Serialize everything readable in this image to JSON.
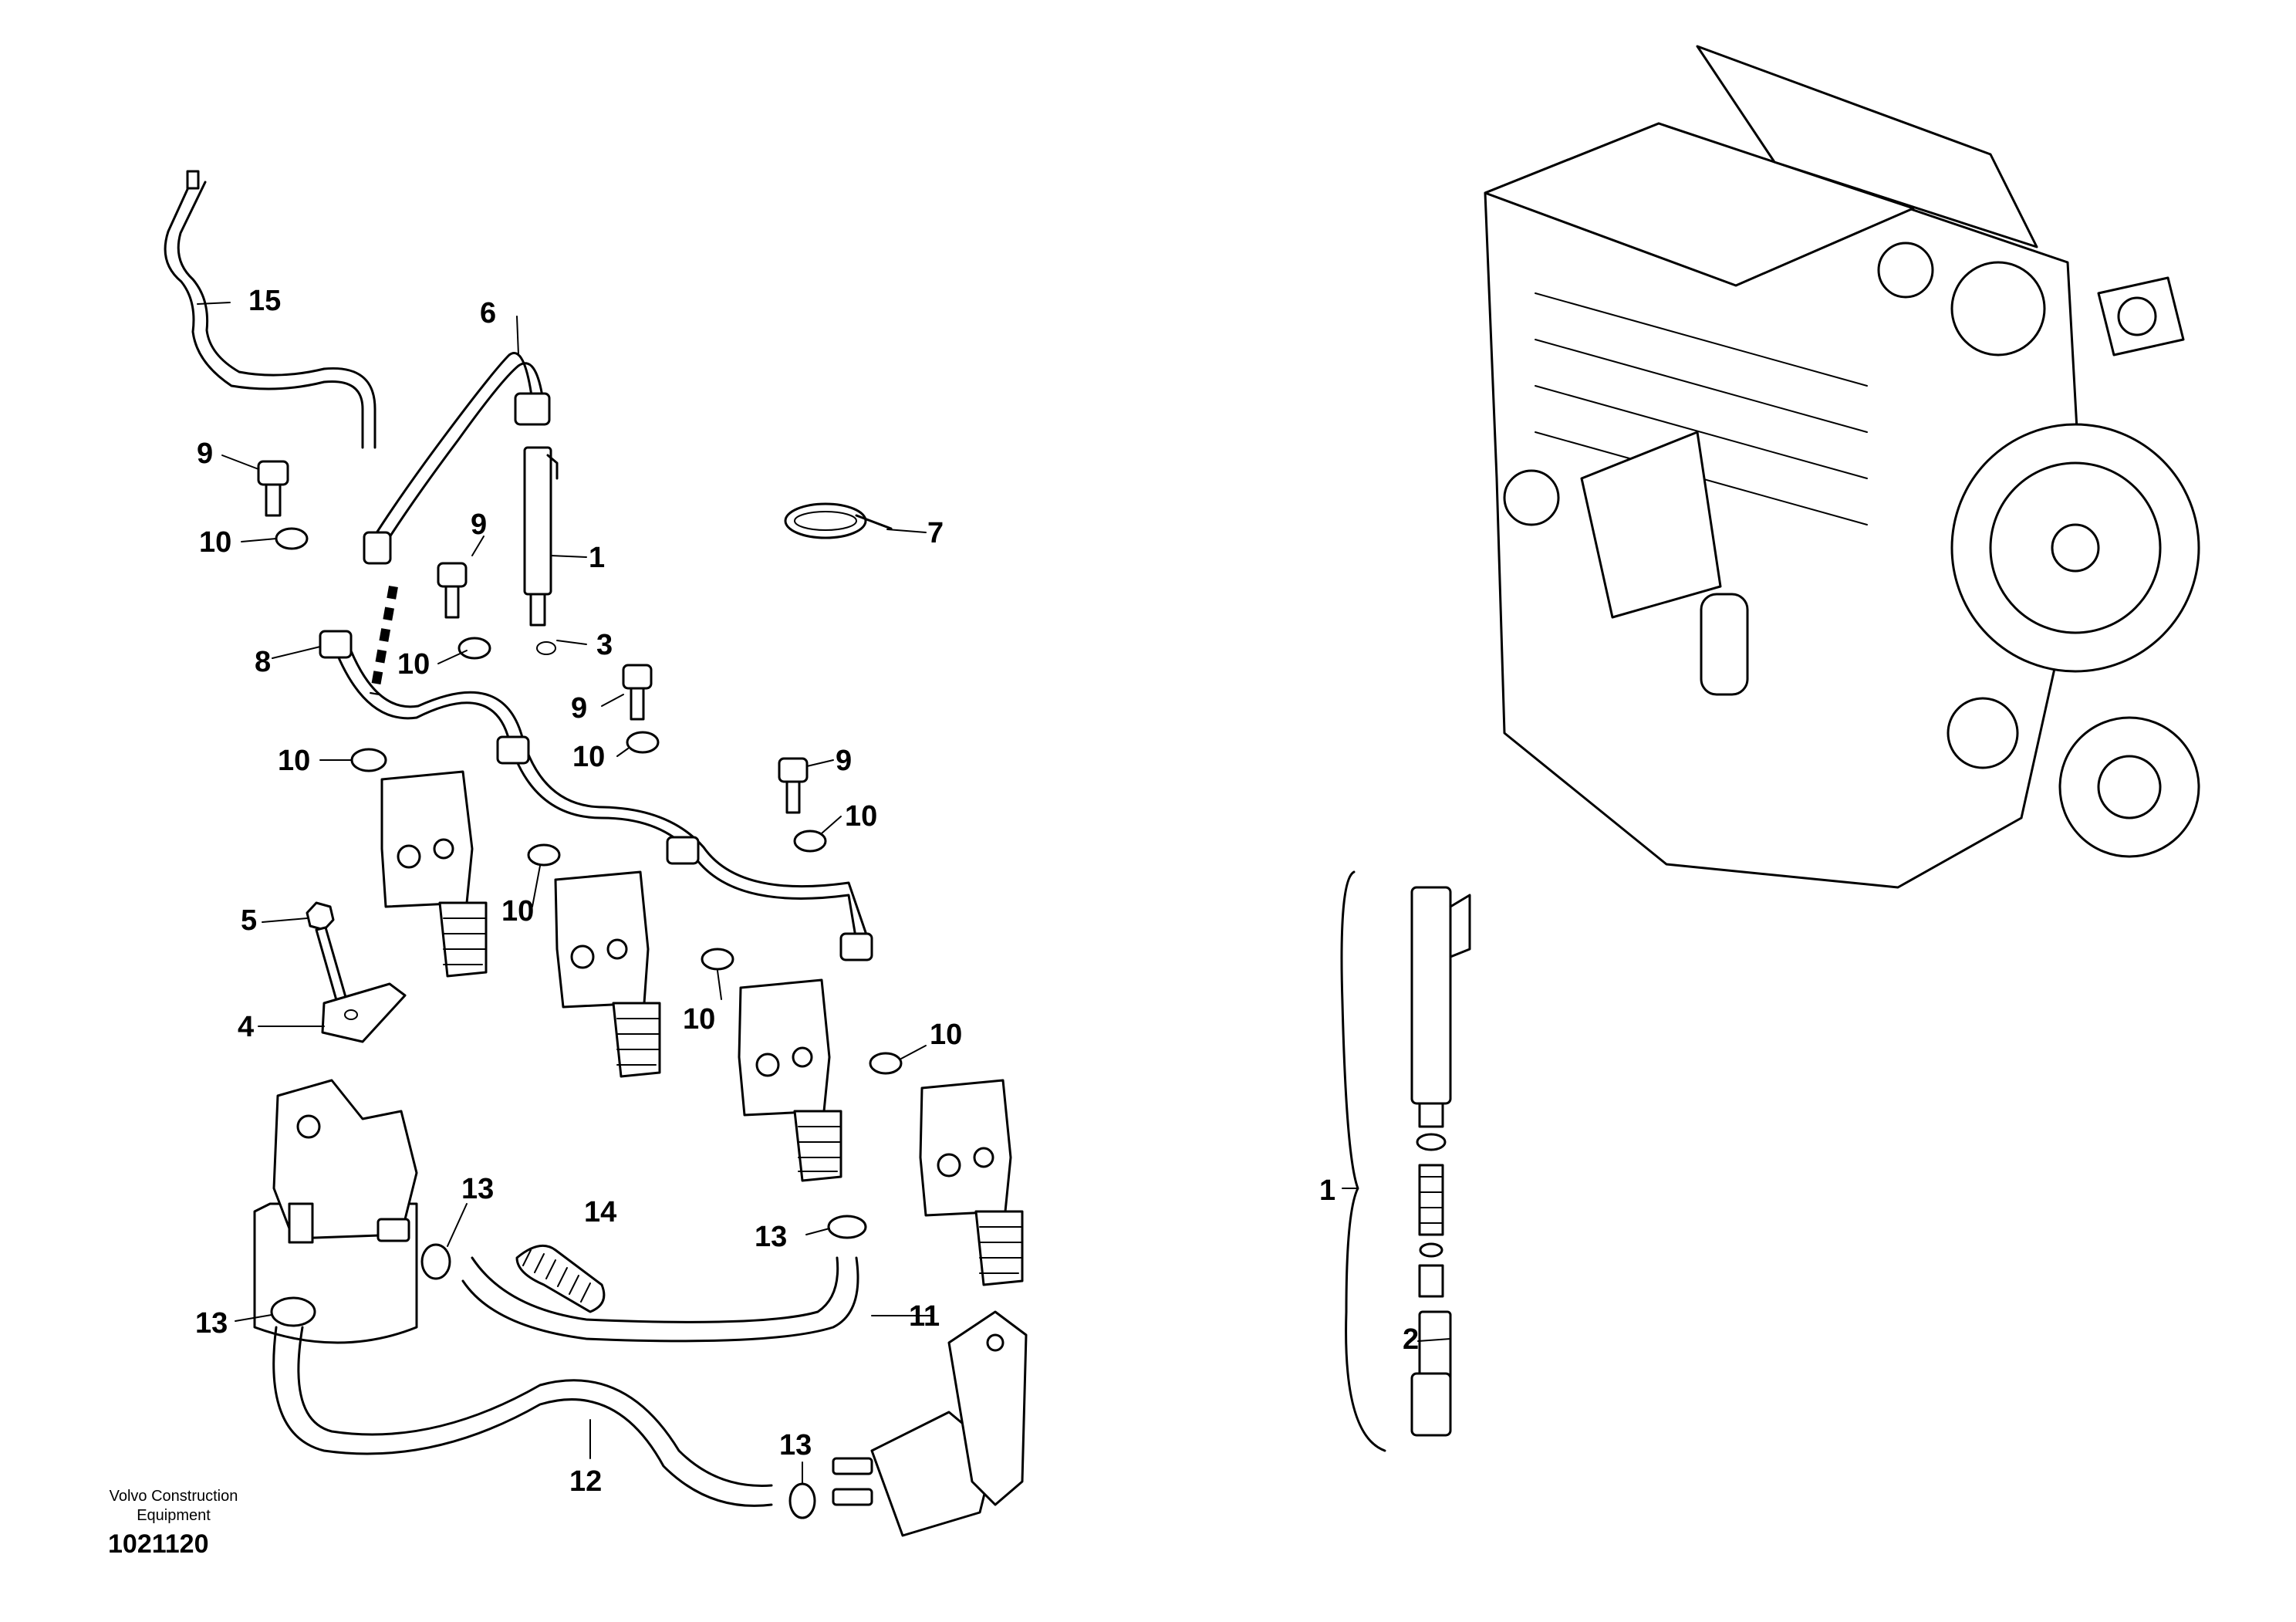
{
  "callouts": {
    "c1a": "1",
    "c1b": "1",
    "c2": "2",
    "c3": "3",
    "c4": "4",
    "c5": "5",
    "c6": "6",
    "c7": "7",
    "c8": "8",
    "c9a": "9",
    "c9b": "9",
    "c9c": "9",
    "c9d": "9",
    "c10a": "10",
    "c10b": "10",
    "c10c": "10",
    "c10d": "10",
    "c10e": "10",
    "c10f": "10",
    "c10g": "10",
    "c10h": "10",
    "c11": "11",
    "c12": "12",
    "c13a": "13",
    "c13b": "13",
    "c13c": "13",
    "c13d": "13",
    "c14": "14",
    "c15": "15"
  },
  "credit": {
    "line1": "Volvo Construction",
    "line2": "Equipment",
    "document_number": "1021120"
  }
}
